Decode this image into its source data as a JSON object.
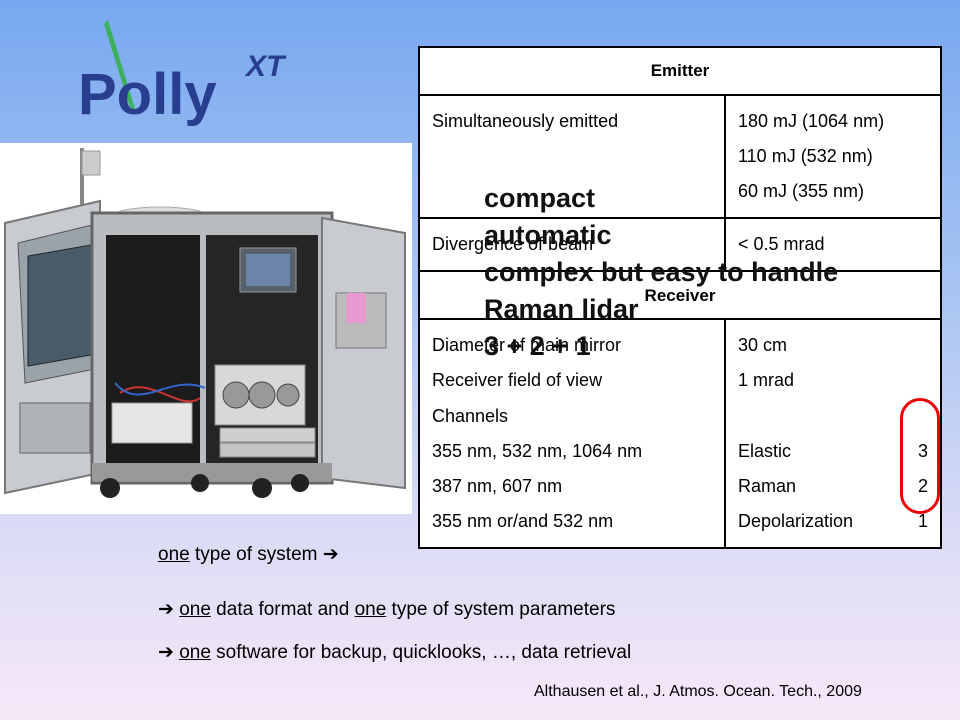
{
  "logo": {
    "main": "Polly",
    "suffix": "XT"
  },
  "photo": {
    "label": "lidar-cabinet-photo"
  },
  "table": {
    "emitter_header": "Emitter",
    "simultaneous_label": "Simultaneously emitted",
    "simultaneous_values": [
      "180 mJ (1064 nm)",
      "110 mJ (532 nm)",
      "60 mJ (355 nm)"
    ],
    "divergence_label": "Divergence of beam",
    "divergence_value": "< 0.5 mrad",
    "receiver_header": "Receiver",
    "mirror_label": "Diameter of main mirror",
    "mirror_value": "30 cm",
    "fov_label": "Receiver field of view",
    "fov_value": "1 mrad",
    "channels_label": "Channels",
    "channels": [
      {
        "wavelengths": "355 nm, 532 nm, 1064 nm",
        "type": "Elastic",
        "count": "3"
      },
      {
        "wavelengths": "387 nm, 607 nm",
        "type": "Raman",
        "count": "2"
      },
      {
        "wavelengths": "355 nm or/and 532 nm",
        "type": "Depolarization",
        "count": "1"
      }
    ]
  },
  "overlay": {
    "lines": [
      "compact",
      "automatic",
      "complex but easy to handle",
      "Raman lidar",
      "3 + 2 + 1"
    ]
  },
  "notes": {
    "line1_word": "one",
    "line1_rest": " type of system ",
    "line2_word1": "one",
    "line2_mid": " data format and ",
    "line2_word2": "one",
    "line2_rest": " type of system parameters",
    "line3_word": "one",
    "line3_rest": " software for backup, quicklooks, …, data retrieval",
    "arrow": "➔"
  },
  "citation": "Althausen et al., J. Atmos. Ocean. Tech., 2009",
  "colors": {
    "logo_blue": "#2a3e8f",
    "logo_green": "#3db060",
    "circle_red": "#e00000"
  }
}
